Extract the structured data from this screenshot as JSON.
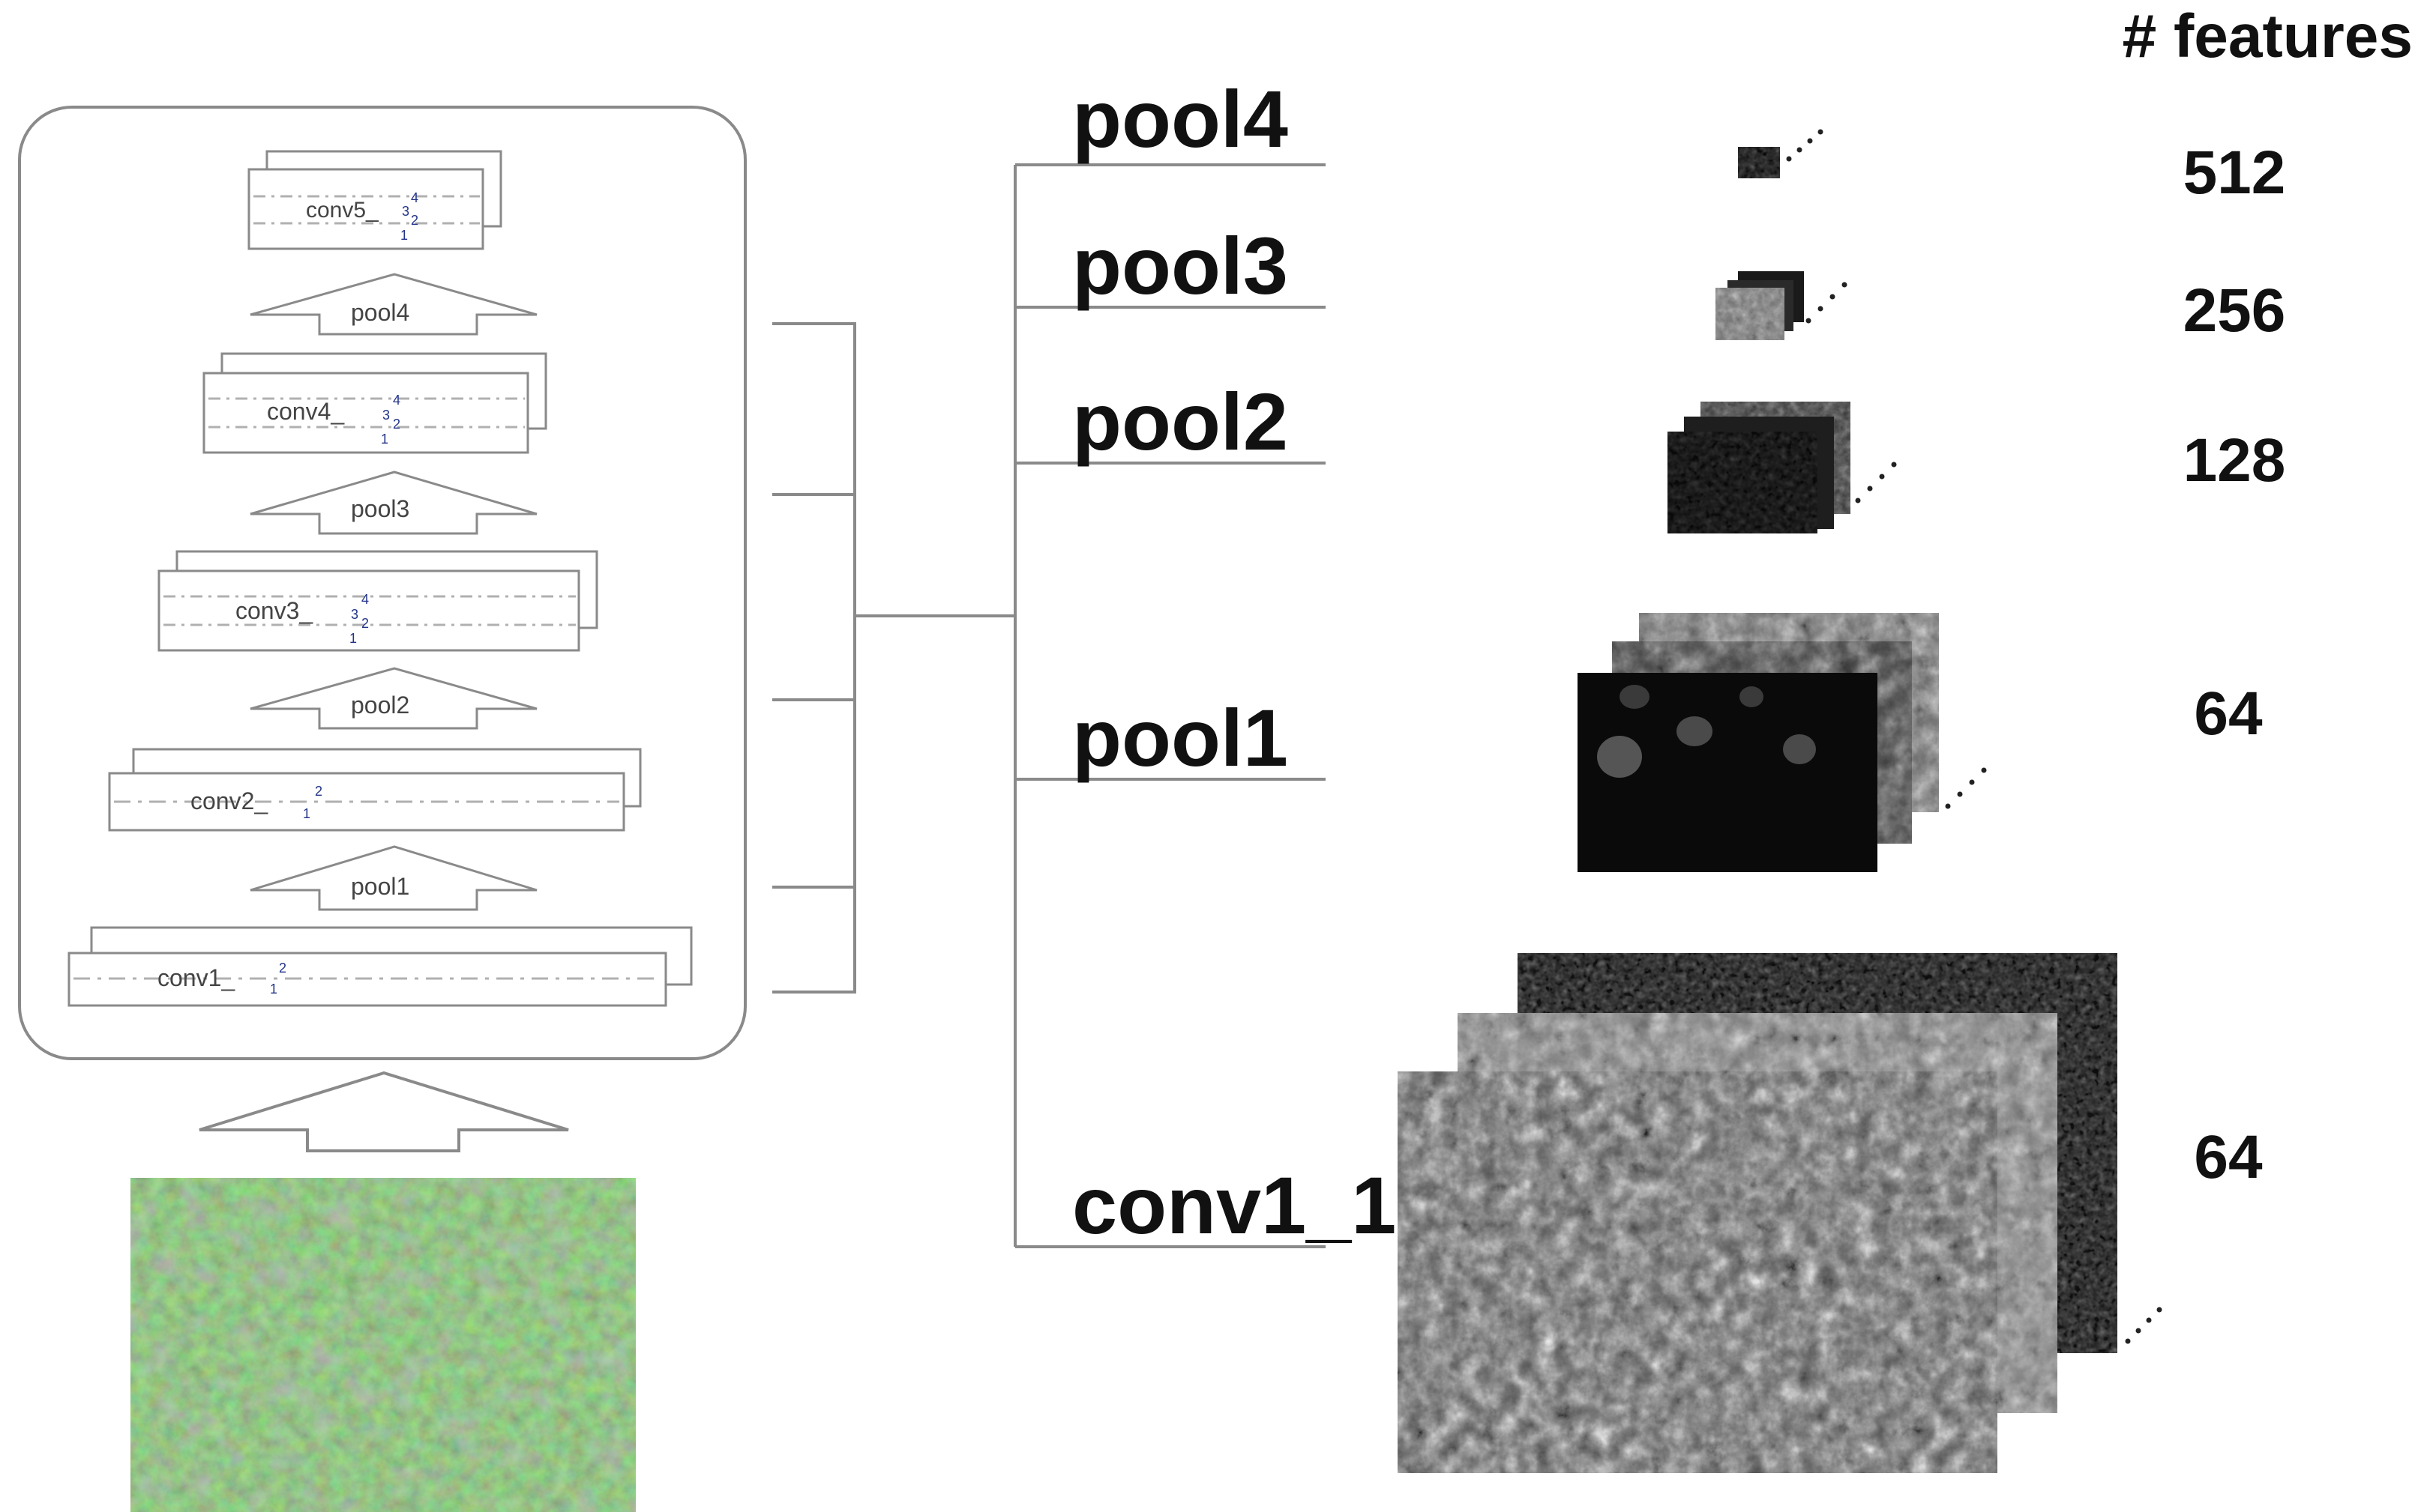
{
  "header": {
    "features_title": "# features"
  },
  "network": {
    "conv_blocks": [
      {
        "label": "conv5_",
        "subs": [
          "1",
          "2",
          "3",
          "4"
        ]
      },
      {
        "label": "conv4_",
        "subs": [
          "1",
          "2",
          "3",
          "4"
        ]
      },
      {
        "label": "conv3_",
        "subs": [
          "1",
          "2",
          "3",
          "4"
        ]
      },
      {
        "label": "conv2_",
        "subs": [
          "1",
          "2"
        ]
      },
      {
        "label": "conv1_",
        "subs": [
          "1",
          "2"
        ]
      }
    ],
    "pool_arrows": [
      "pool4",
      "pool3",
      "pool2",
      "pool1"
    ]
  },
  "layers": [
    {
      "name": "pool4",
      "features": "512"
    },
    {
      "name": "pool3",
      "features": "256"
    },
    {
      "name": "pool2",
      "features": "128"
    },
    {
      "name": "pool1",
      "features": "64"
    },
    {
      "name": "conv1_1",
      "features": "64"
    }
  ],
  "colors": {
    "line": "#8a8a8a",
    "box_border": "#7a7a7a",
    "arrow_border": "#7a7a7a",
    "forest_green": "#4f7f3a",
    "forest_purple": "#8a6a9a"
  }
}
